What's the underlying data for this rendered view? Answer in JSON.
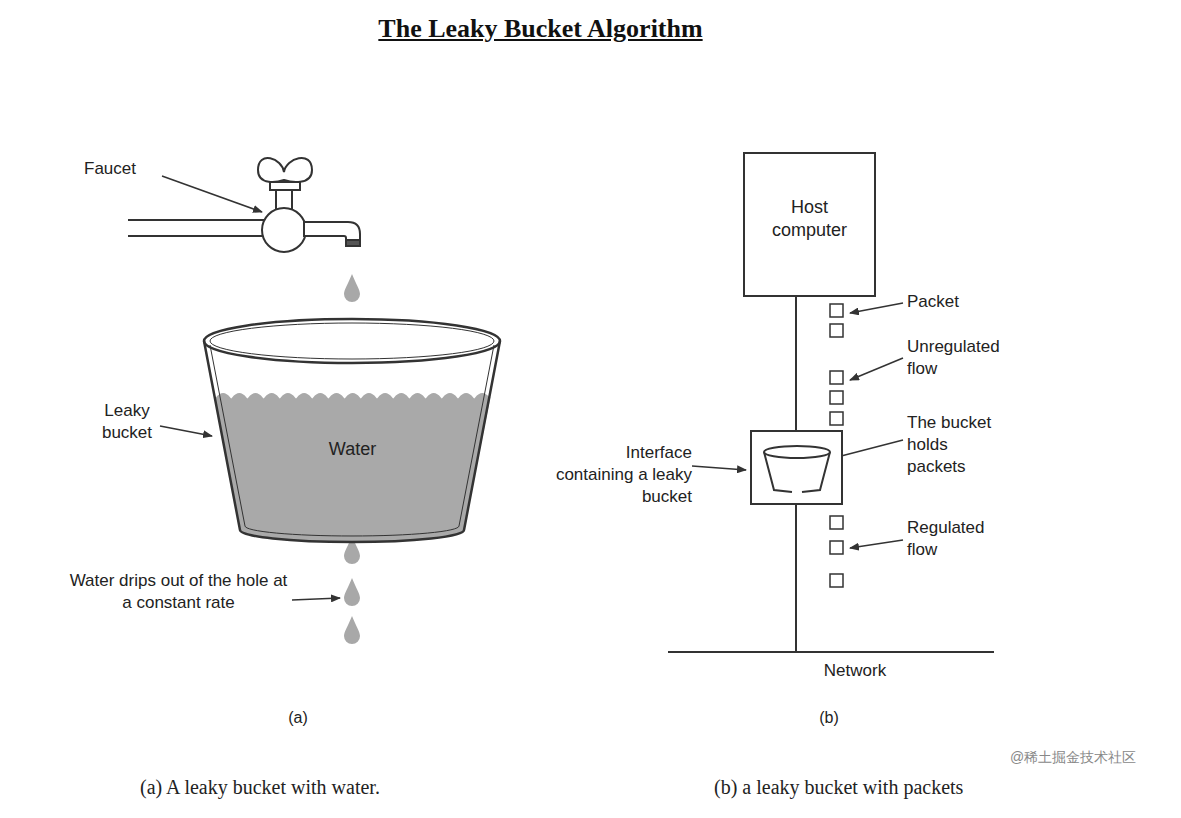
{
  "diagram": {
    "title": "The Leaky Bucket Algorithm",
    "nodes": [
      {
        "text": [
          "Water"
        ]
      },
      {
        "text": [
          "Host computer"
        ]
      },
      {
        "text": [
          "Interface containing a leaky bucket"
        ]
      }
    ],
    "edges": [
      {
        "from": 1,
        "to": 2,
        "arrow": "none"
      }
    ],
    "labels": [
      "Faucet",
      "Leaky bucket",
      "Water drips out of the hole at a constant rate",
      "(a)",
      "Packet",
      "Unregulated flow",
      "The bucket holds packets",
      "Regulated flow",
      "Network",
      "(b)",
      "(a) A leaky bucket with water.",
      "(b) a leaky bucket with packets",
      "@稀土掘金技术社区"
    ]
  }
}
